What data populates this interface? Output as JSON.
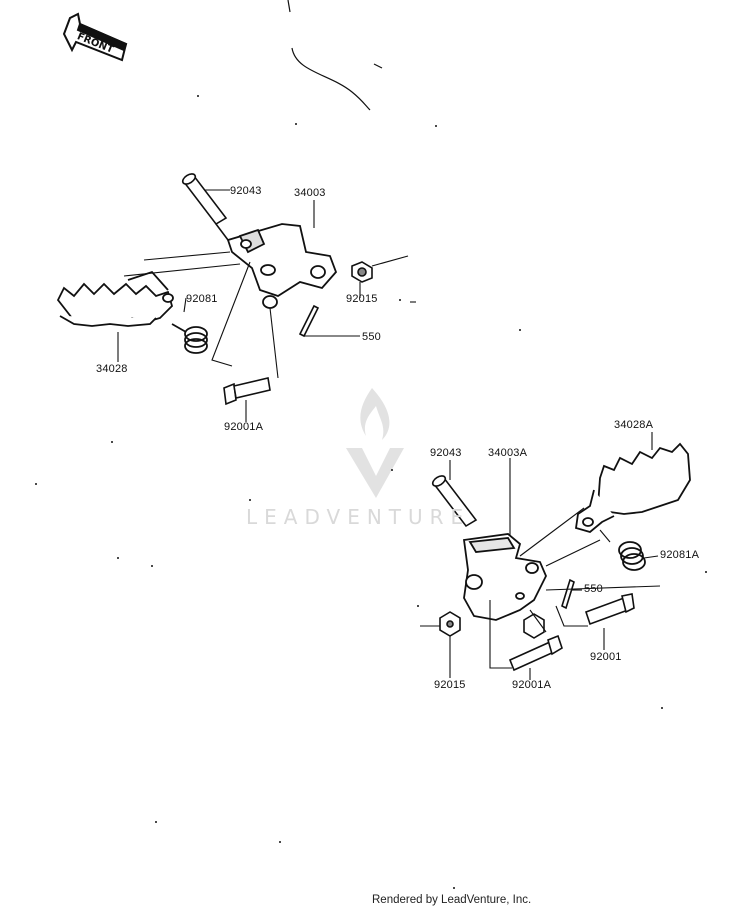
{
  "front_label": "FRONT",
  "watermark": "LEADVENTURE",
  "footer": "Rendered by LeadVenture, Inc.",
  "parts": {
    "left_pin": "92043",
    "left_bracket": "34003",
    "left_peg": "34028",
    "left_spring": "92081",
    "left_nut": "92015",
    "left_cotter": "550",
    "left_bolt": "92001A",
    "right_pin": "92043",
    "right_bracket": "34003A",
    "right_peg": "34028A",
    "right_spring": "92081A",
    "right_cotter": "550",
    "right_bolt": "92001",
    "right_nut": "92015",
    "right_bolt2": "92001A"
  }
}
